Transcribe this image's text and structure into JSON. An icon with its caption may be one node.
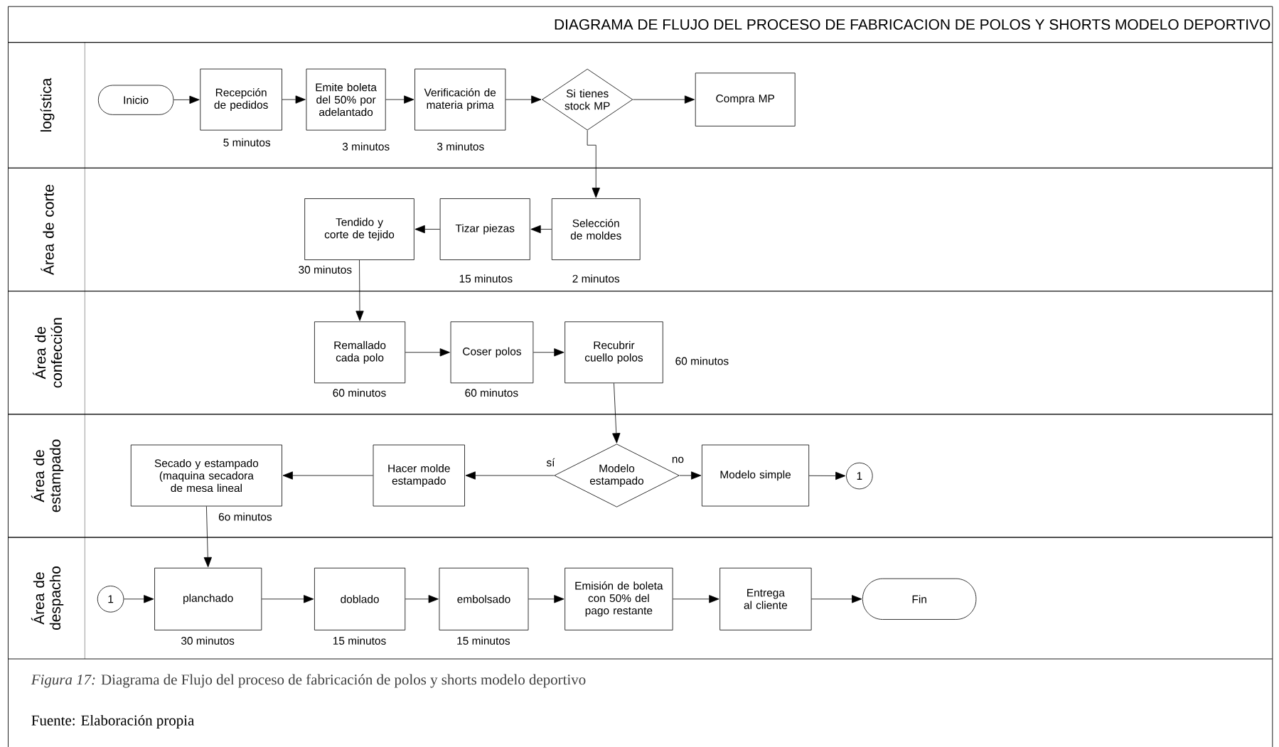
{
  "diagram": {
    "title": "DIAGRAMA DE FLUJO DEL PROCESO DE FABRICACION DE POLOS Y SHORTS MODELO DEPORTIVO",
    "caption": "*Figura 17:* Diagrama de Flujo del proceso de fabricación de polos y shorts modelo deportivo",
    "nodes": [
      {
        "text": [
          "logística"
        ]
      },
      {
        "text": [
          "Área de corte"
        ]
      },
      {
        "text": [
          "Área de confección"
        ]
      },
      {
        "text": [
          "Área de estampado"
        ]
      },
      {
        "text": [
          "Área de despacho"
        ]
      },
      {
        "text": [
          "Inicio"
        ],
        "in": 0
      },
      {
        "text": [
          "Recepción de pedidos"
        ],
        "in": 0,
        "beside": [
          "5 minutos"
        ]
      },
      {
        "text": [
          "Emite boleta del 50% por adelantado"
        ],
        "in": 0,
        "beside": [
          "3 minutos"
        ]
      },
      {
        "text": [
          "Verificación de materia prima"
        ],
        "in": 0,
        "beside": [
          "3 minutos"
        ]
      },
      {
        "text": [
          "Si tienes stock MP"
        ],
        "in": 0
      },
      {
        "text": [
          "Compra MP"
        ],
        "in": 0
      },
      {
        "text": [
          "Selección de moldes"
        ],
        "in": 1,
        "beside": [
          "2 minutos"
        ]
      },
      {
        "text": [
          "Tizar piezas"
        ],
        "in": 1,
        "beside": [
          "15 minutos"
        ]
      },
      {
        "text": [
          "Tendido y corte de tejido"
        ],
        "in": 1,
        "beside": [
          "30 minutos"
        ]
      },
      {
        "text": [
          "Remallado cada polo"
        ],
        "in": 2,
        "beside": [
          "60 minutos"
        ]
      },
      {
        "text": [
          "Coser polos"
        ],
        "in": 2,
        "beside": [
          "60 minutos"
        ]
      },
      {
        "text": [
          "Recubrir cuello polos"
        ],
        "in": 2,
        "beside": [
          "60 minutos"
        ]
      },
      {
        "text": [
          "Modelo estampado"
        ],
        "in": 3
      },
      {
        "text": [
          "Hacer molde estampado"
        ],
        "in": 3
      },
      {
        "text": [
          "Secado y estampado (maquina secadora de mesa lineal"
        ],
        "in": 3,
        "beside": [
          "6o minutos"
        ]
      },
      {
        "text": [
          "Modelo simple"
        ],
        "in": 3
      },
      {
        "text": [
          "1"
        ],
        "in": 3
      },
      {
        "text": [
          "1"
        ],
        "in": 4
      },
      {
        "text": [
          "planchado"
        ],
        "in": 4,
        "beside": [
          "30 minutos"
        ]
      },
      {
        "text": [
          "doblado"
        ],
        "in": 4,
        "beside": [
          "15 minutos"
        ]
      },
      {
        "text": [
          "embolsado"
        ],
        "in": 4,
        "beside": [
          "15 minutos"
        ]
      },
      {
        "text": [
          "Emisión de boleta con 50% del pago restante"
        ],
        "in": 4
      },
      {
        "text": [
          "Entrega al cliente"
        ],
        "in": 4
      },
      {
        "text": [
          "Fin"
        ],
        "in": 4
      }
    ],
    "edges": [
      {
        "from": 5,
        "to": 6,
        "arrow": "to"
      },
      {
        "from": 6,
        "to": 7,
        "arrow": "to"
      },
      {
        "from": 7,
        "to": 8,
        "arrow": "to"
      },
      {
        "from": 8,
        "to": 9,
        "arrow": "to"
      },
      {
        "from": 9,
        "to": 10,
        "arrow": "to"
      },
      {
        "from": 9,
        "to": 11,
        "arrow": "to"
      },
      {
        "from": 11,
        "to": 12,
        "arrow": "to"
      },
      {
        "from": 12,
        "to": 13,
        "arrow": "to"
      },
      {
        "from": 13,
        "to": 14,
        "arrow": "to"
      },
      {
        "from": 14,
        "to": 15,
        "arrow": "to"
      },
      {
        "from": 15,
        "to": 16,
        "arrow": "to"
      },
      {
        "from": 16,
        "to": 17,
        "arrow": "to"
      },
      {
        "from": 17,
        "to": 18,
        "arrow": "to",
        "label": "sí"
      },
      {
        "from": 18,
        "to": 19,
        "arrow": "to"
      },
      {
        "from": 17,
        "to": 20,
        "arrow": "to",
        "label": "no"
      },
      {
        "from": 20,
        "to": 21,
        "arrow": "to"
      },
      {
        "from": 19,
        "to": 23,
        "arrow": "to"
      },
      {
        "from": 22,
        "to": 23,
        "arrow": "to"
      },
      {
        "from": 23,
        "to": 24,
        "arrow": "to"
      },
      {
        "from": 24,
        "to": 25,
        "arrow": "to"
      },
      {
        "from": 25,
        "to": 26,
        "arrow": "to"
      },
      {
        "from": 26,
        "to": 27,
        "arrow": "to"
      },
      {
        "from": 27,
        "to": 28,
        "arrow": "to"
      }
    ],
    "labels": [
      "Fuente: Elaboración propia"
    ]
  }
}
